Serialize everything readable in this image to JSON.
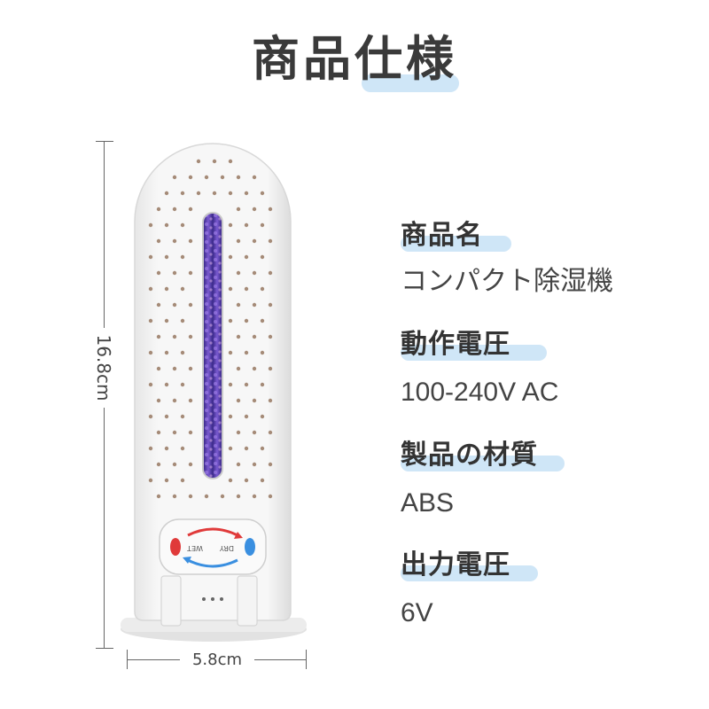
{
  "title": "商品仕様",
  "dimensions": {
    "height": "16.8cm",
    "width": "5.8cm"
  },
  "product": {
    "label_dry": "DRY",
    "label_wet": "WET",
    "dry_color": "#3a8fe0",
    "wet_color": "#e03a3a",
    "crystal_color": "#5a3fb0"
  },
  "specs": [
    {
      "heading": "商品名",
      "value": "コンパクト除湿機"
    },
    {
      "heading": "動作電圧",
      "value": "100-240V AC"
    },
    {
      "heading": "製品の材質",
      "value": "ABS"
    },
    {
      "heading": "出力電圧",
      "value": "6V"
    }
  ],
  "accent_color": "#cfe6f7"
}
